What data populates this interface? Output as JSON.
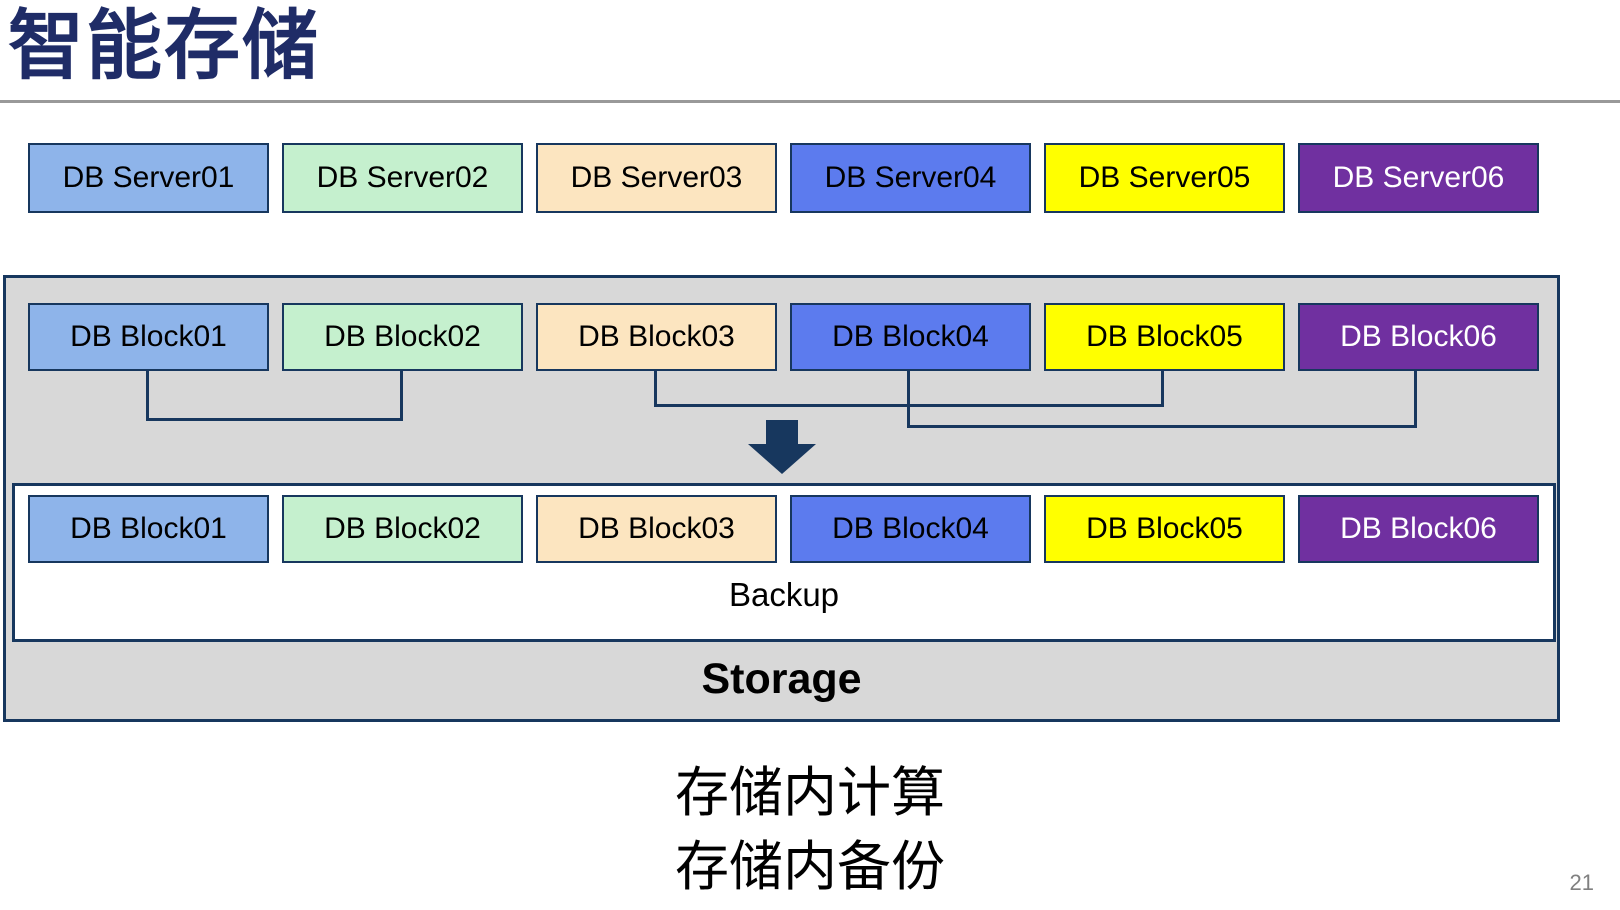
{
  "title": "智能存储",
  "accent": {
    "border_navy": "#17375E",
    "container_gray": "#D8D8D8",
    "title_navy": "#1F2C67",
    "rule_gray": "#999999",
    "page_number_gray": "#808080"
  },
  "palette": [
    {
      "name": "light-blue",
      "fill": "#8EB4EA",
      "text": "#000000"
    },
    {
      "name": "mint-green",
      "fill": "#C5F0CE",
      "text": "#000000"
    },
    {
      "name": "tan",
      "fill": "#FCE5C0",
      "text": "#000000"
    },
    {
      "name": "medium-blue",
      "fill": "#5C7BEE",
      "text": "#000000"
    },
    {
      "name": "yellow",
      "fill": "#FFFF00",
      "text": "#000000"
    },
    {
      "name": "purple",
      "fill": "#7030A0",
      "text": "#FFFFFF"
    }
  ],
  "servers": {
    "items": [
      {
        "label": "DB Server01"
      },
      {
        "label": "DB Server02"
      },
      {
        "label": "DB Server03"
      },
      {
        "label": "DB Server04"
      },
      {
        "label": "DB Server05"
      },
      {
        "label": "DB Server06"
      }
    ]
  },
  "storage_unit": {
    "blocks_source": {
      "items": [
        {
          "label": "DB Block01"
        },
        {
          "label": "DB Block02"
        },
        {
          "label": "DB Block03"
        },
        {
          "label": "DB Block04"
        },
        {
          "label": "DB Block05"
        },
        {
          "label": "DB Block06"
        }
      ]
    },
    "blocks_backup": {
      "items": [
        {
          "label": "DB Block01"
        },
        {
          "label": "DB Block02"
        },
        {
          "label": "DB Block03"
        },
        {
          "label": "DB Block04"
        },
        {
          "label": "DB Block05"
        },
        {
          "label": "DB Block06"
        }
      ]
    },
    "backup_label": "Backup",
    "storage_label": "Storage"
  },
  "caption": {
    "line1": "存储内计算",
    "line2": "存储内备份"
  },
  "page": {
    "number": "21"
  }
}
